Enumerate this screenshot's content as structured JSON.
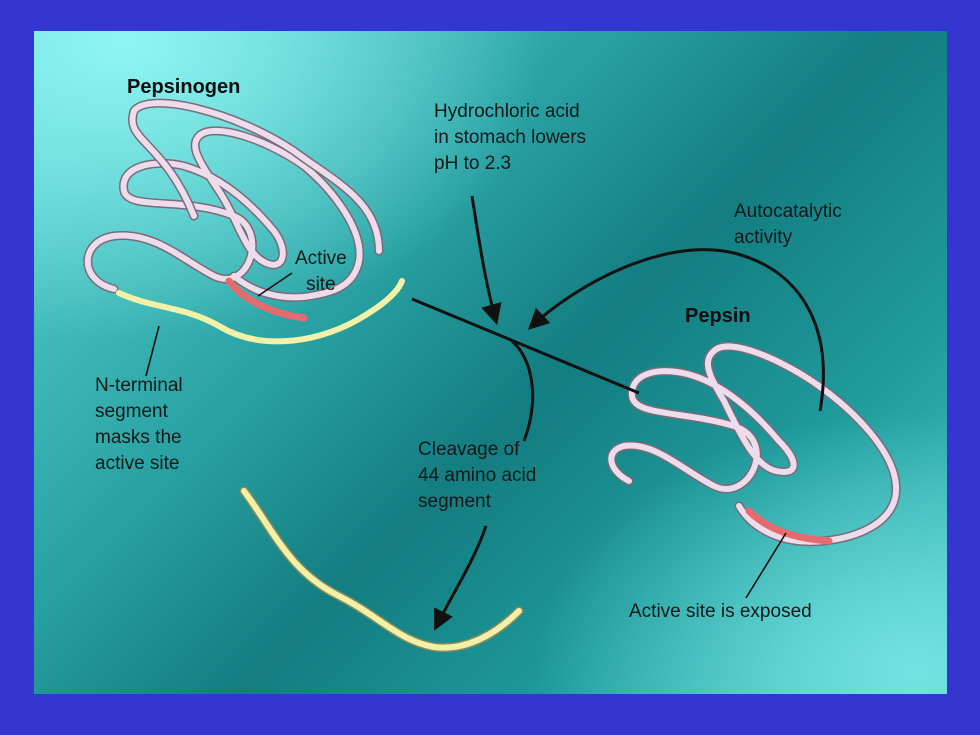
{
  "labels": {
    "pepsinogen_title": "Pepsinogen",
    "pepsin_title": "Pepsin",
    "hydrochloric": "Hydrochloric acid\nin stomach lowers\npH to 2.3",
    "autocatalytic": "Autocatalytic\nactivity",
    "active_site": "Active\nsite",
    "n_terminal": "N-terminal\nsegment\nmasks the\nactive site",
    "cleavage": "Cleavage of\n44 amino acid\nsegment",
    "active_exposed": "Active site is exposed"
  },
  "colors": {
    "slide_border": "#3535cf",
    "chain": "#ecdcec",
    "chain_outline": "#7a6b78",
    "active_site": "#e76a6e",
    "n_terminal_segment": "#f3f0a8",
    "arrow": "#111111"
  }
}
